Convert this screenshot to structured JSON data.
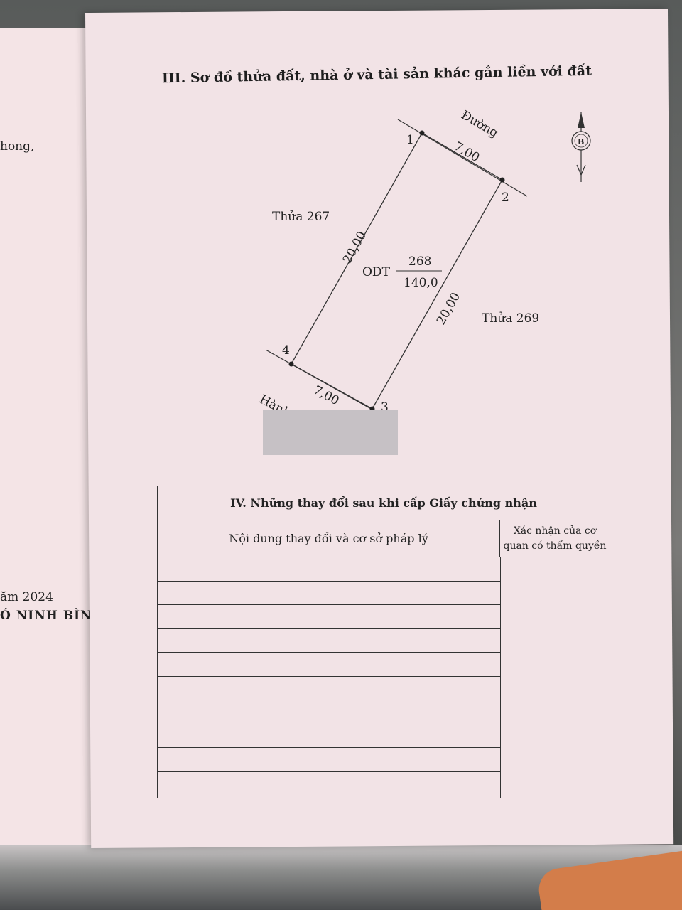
{
  "left_page": {
    "line1": "hong,",
    "line2": "ăm 2024",
    "line3": "Ó NINH BÌNH"
  },
  "section3": {
    "title": "III. Sơ đồ thửa đất, nhà ở và tài sản khác gắn liền với đất"
  },
  "diagram": {
    "road_top": "Đường",
    "road_bottom": "Hành",
    "north": "B",
    "points": [
      "1",
      "2",
      "3",
      "4"
    ],
    "edges": {
      "top": "7,00",
      "bottom": "7,00",
      "left": "20,00",
      "right": "20,00"
    },
    "neighbor_left": "Thửa 267",
    "neighbor_right": "Thửa 269",
    "parcel": {
      "land_type": "ODT",
      "number": "268",
      "area": "140,0"
    }
  },
  "section4": {
    "title": "IV. Những thay đổi sau khi cấp Giấy chứng nhận",
    "col1_header": "Nội dung thay đổi và cơ sở pháp lý",
    "col2_header_line1": "Xác nhận của cơ",
    "col2_header_line2": "quan có thẩm quyền"
  },
  "colors": {
    "paper": "#f2e3e6",
    "ink": "#222222"
  }
}
